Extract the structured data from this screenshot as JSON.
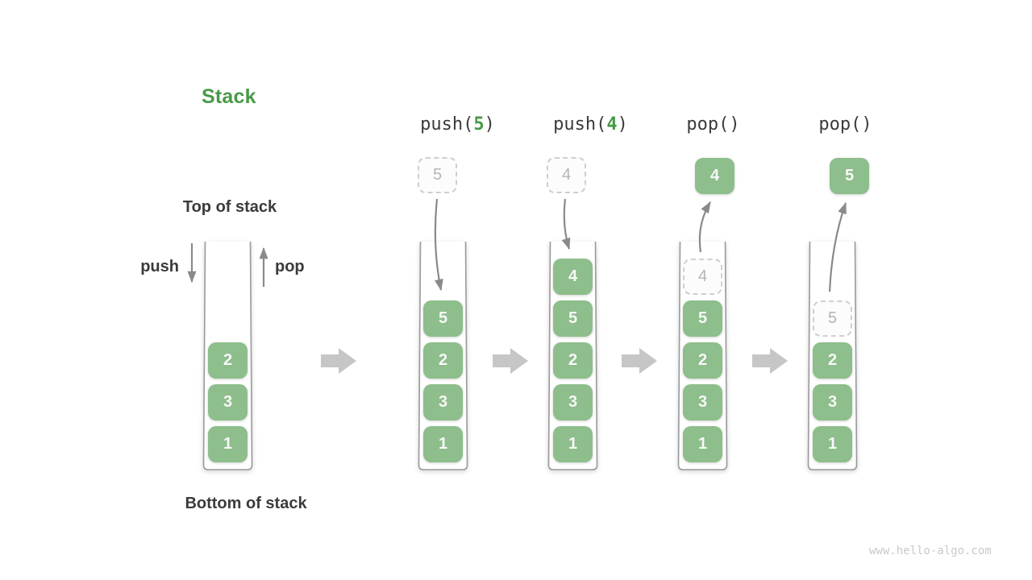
{
  "title": "Stack",
  "watermark": "www.hello-algo.com",
  "legend": {
    "top_label": "Top of stack",
    "bottom_label": "Bottom of stack",
    "push_label": "push",
    "pop_label": "pop"
  },
  "colors": {
    "box_green": "#8dbe8b",
    "accent_green": "#479a47",
    "dark_text": "#3b3b3b",
    "ghost_text": "#b5b5b5",
    "thin_arrow_gray": "#8a8a8a",
    "block_arrow_gray": "#c6c6c6"
  },
  "columns": [
    {
      "id": "initial",
      "stack": [
        {
          "value": "2",
          "variant": "solid"
        },
        {
          "value": "3",
          "variant": "solid"
        },
        {
          "value": "1",
          "variant": "solid"
        }
      ]
    },
    {
      "id": "push-5",
      "label": {
        "prefix": "push(",
        "arg": "5",
        "suffix": ")"
      },
      "floating": {
        "value": "5",
        "variant": "dashed"
      },
      "stack": [
        {
          "value": "5",
          "variant": "solid"
        },
        {
          "value": "2",
          "variant": "solid"
        },
        {
          "value": "3",
          "variant": "solid"
        },
        {
          "value": "1",
          "variant": "solid"
        }
      ]
    },
    {
      "id": "push-4",
      "label": {
        "prefix": "push(",
        "arg": "4",
        "suffix": ")"
      },
      "floating": {
        "value": "4",
        "variant": "dashed"
      },
      "stack": [
        {
          "value": "4",
          "variant": "solid"
        },
        {
          "value": "5",
          "variant": "solid"
        },
        {
          "value": "2",
          "variant": "solid"
        },
        {
          "value": "3",
          "variant": "solid"
        },
        {
          "value": "1",
          "variant": "solid"
        }
      ]
    },
    {
      "id": "pop-first",
      "label": {
        "prefix": "pop(",
        "arg": "",
        "suffix": ")"
      },
      "floating": {
        "value": "4",
        "variant": "solid"
      },
      "stack": [
        {
          "value": "4",
          "variant": "dashed"
        },
        {
          "value": "5",
          "variant": "solid"
        },
        {
          "value": "2",
          "variant": "solid"
        },
        {
          "value": "3",
          "variant": "solid"
        },
        {
          "value": "1",
          "variant": "solid"
        }
      ]
    },
    {
      "id": "pop-second",
      "label": {
        "prefix": "pop(",
        "arg": "",
        "suffix": ")"
      },
      "floating": {
        "value": "5",
        "variant": "solid"
      },
      "stack": [
        {
          "value": "5",
          "variant": "dashed"
        },
        {
          "value": "2",
          "variant": "solid"
        },
        {
          "value": "3",
          "variant": "solid"
        },
        {
          "value": "1",
          "variant": "solid"
        }
      ]
    }
  ]
}
